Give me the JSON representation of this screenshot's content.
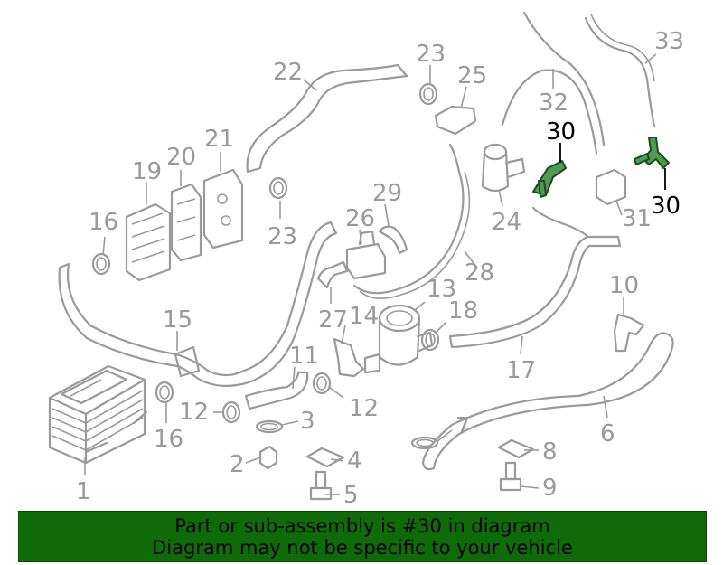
{
  "highlighted_part": "30",
  "colors": {
    "banner_bg": "#0f6b0a",
    "highlight": "#4f9a55",
    "linework": "#9a9a9a"
  },
  "callouts": [
    {
      "id": "c1",
      "text": "1"
    },
    {
      "id": "c2",
      "text": "2"
    },
    {
      "id": "c3",
      "text": "3"
    },
    {
      "id": "c4",
      "text": "4"
    },
    {
      "id": "c5",
      "text": "5"
    },
    {
      "id": "c6",
      "text": "6"
    },
    {
      "id": "c7",
      "text": "7"
    },
    {
      "id": "c8",
      "text": "8"
    },
    {
      "id": "c9",
      "text": "9"
    },
    {
      "id": "c10",
      "text": "10"
    },
    {
      "id": "c11",
      "text": "11"
    },
    {
      "id": "c12a",
      "text": "12"
    },
    {
      "id": "c12b",
      "text": "12"
    },
    {
      "id": "c13",
      "text": "13"
    },
    {
      "id": "c14",
      "text": "14"
    },
    {
      "id": "c15",
      "text": "15"
    },
    {
      "id": "c16a",
      "text": "16"
    },
    {
      "id": "c16b",
      "text": "16"
    },
    {
      "id": "c17",
      "text": "17"
    },
    {
      "id": "c18",
      "text": "18"
    },
    {
      "id": "c19",
      "text": "19"
    },
    {
      "id": "c20",
      "text": "20"
    },
    {
      "id": "c21",
      "text": "21"
    },
    {
      "id": "c22",
      "text": "22"
    },
    {
      "id": "c23a",
      "text": "23"
    },
    {
      "id": "c23b",
      "text": "23"
    },
    {
      "id": "c24",
      "text": "24"
    },
    {
      "id": "c25",
      "text": "25"
    },
    {
      "id": "c26",
      "text": "26"
    },
    {
      "id": "c27",
      "text": "27"
    },
    {
      "id": "c28",
      "text": "28"
    },
    {
      "id": "c29",
      "text": "29"
    },
    {
      "id": "c30a",
      "text": "30"
    },
    {
      "id": "c30b",
      "text": "30"
    },
    {
      "id": "c31",
      "text": "31"
    },
    {
      "id": "c32",
      "text": "32"
    },
    {
      "id": "c33",
      "text": "33"
    }
  ],
  "banner": {
    "line1": "Part or sub-assembly is #30 in diagram",
    "line2": "Diagram may not be specific to your vehicle"
  }
}
